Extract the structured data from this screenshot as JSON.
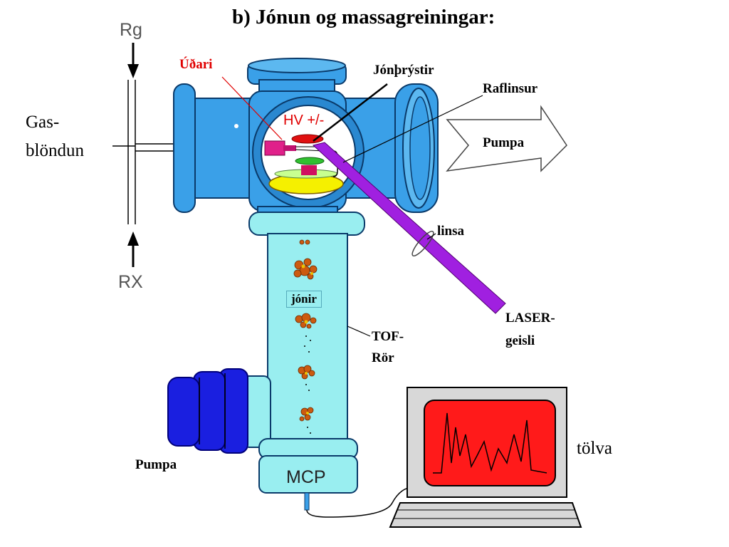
{
  "title": "b) Jónun og massagreiningar:",
  "labels": {
    "rg": "Rg",
    "rx": "RX",
    "gas_line1": "Gas-",
    "gas_line2": "blöndun",
    "udari": "Úðari",
    "hv": "HV +/-",
    "jonthrystir": "Jónþrýstir",
    "raflinsur": "Raflinsur",
    "pumpa_top": "Pumpa",
    "linsa": "linsa",
    "jonir": "jónir",
    "laser_line1": "LASER-",
    "laser_line2": "geisli",
    "tof_line1": "TOF-",
    "tof_line2": "Rör",
    "tolva": "tölva",
    "pumpa_bottom": "Pumpa",
    "mcp": "MCP"
  },
  "colors": {
    "chamber_blue": "#3aa0e8",
    "tube_cyan": "#99eef0",
    "pump_blue": "#1a1fe0",
    "laser_purple": "#a020e0",
    "screen_red": "#ff1a1a",
    "udari_red": "#e00000"
  }
}
